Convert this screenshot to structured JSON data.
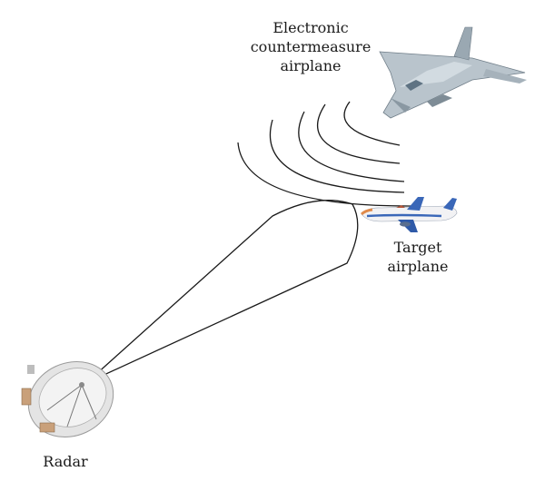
{
  "labels": {
    "ecm_line1": "Electronic",
    "ecm_line2": "countermeasure",
    "ecm_line3": "airplane",
    "target_line1": "Target",
    "target_line2": "airplane",
    "radar": "Radar"
  },
  "icons": {
    "ecm_airplane": "fighter-jet-icon",
    "target_airplane": "airliner-icon",
    "radar": "radar-dish-icon"
  },
  "colors": {
    "line": "#1a1a1a",
    "jet_body": "#b9c4cc",
    "jet_shadow": "#7e8c96",
    "airliner_body": "#f2f2f4",
    "airliner_blue": "#3a67b8",
    "airliner_orange": "#e08a4a",
    "dish": "#e4e4e4"
  }
}
